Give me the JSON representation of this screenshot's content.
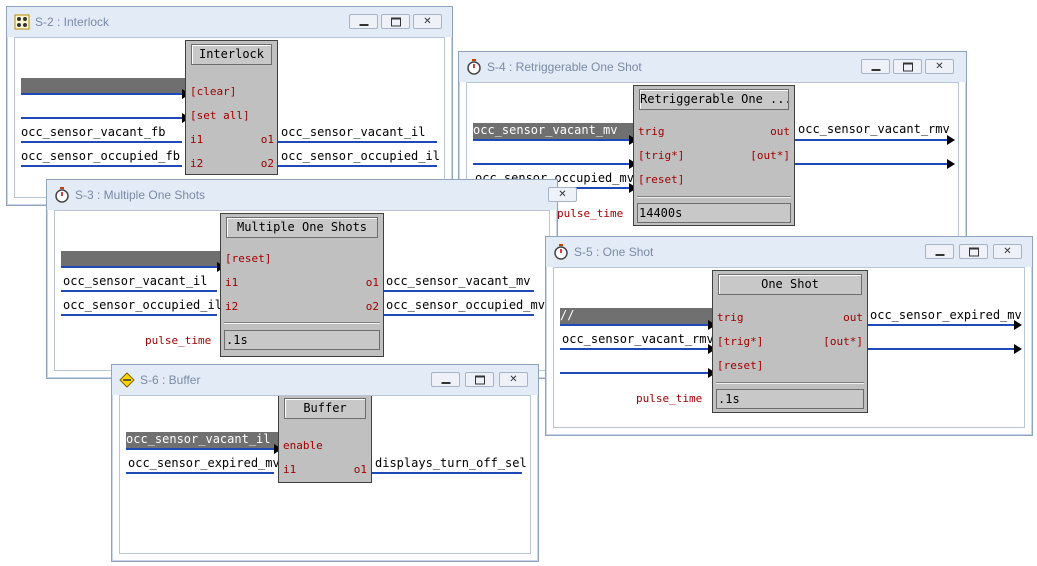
{
  "windows": {
    "s2": {
      "title": "S-2 : Interlock",
      "block_title": "Interlock",
      "pins_in": [
        "[clear]",
        "[set all]",
        "i1",
        "i2"
      ],
      "pins_out": [
        "o1",
        "o2"
      ],
      "inputs": [
        "occ_sensor_vacant_fb",
        "occ_sensor_occupied_fb"
      ],
      "outputs": [
        "occ_sensor_vacant_il",
        "occ_sensor_occupied_il"
      ]
    },
    "s4": {
      "title": "S-4 : Retriggerable One Shot",
      "block_title": "Retriggerable One ...",
      "pins_in": [
        "trig",
        "[trig*]",
        "[reset]"
      ],
      "pins_out": [
        "out",
        "[out*]"
      ],
      "inputs": [
        "occ_sensor_vacant_mv",
        "occ_sensor_occupied_mv"
      ],
      "outputs": [
        "occ_sensor_vacant_rmv"
      ],
      "param_label": "pulse_time",
      "param_value": "14400s"
    },
    "s3": {
      "title": "S-3 : Multiple One Shots",
      "block_title": "Multiple One Shots",
      "pins_in": [
        "[reset]",
        "i1",
        "i2"
      ],
      "pins_out": [
        "o1",
        "o2"
      ],
      "inputs": [
        "occ_sensor_vacant_il",
        "occ_sensor_occupied_il"
      ],
      "outputs": [
        "occ_sensor_vacant_mv",
        "occ_sensor_occupied_mv"
      ],
      "param_label": "pulse_time",
      "param_value": ".1s"
    },
    "s5": {
      "title": "S-5 : One Shot",
      "block_title": "One Shot",
      "pins_in": [
        "trig",
        "[trig*]",
        "[reset]"
      ],
      "pins_out": [
        "out",
        "[out*]"
      ],
      "inputs": [
        "//",
        "occ_sensor_vacant_rmv"
      ],
      "outputs": [
        "occ_sensor_expired_mv"
      ],
      "param_label": "pulse_time",
      "param_value": ".1s"
    },
    "s6": {
      "title": "S-6 : Buffer",
      "block_title": "Buffer",
      "pins_in": [
        "enable",
        "i1"
      ],
      "pins_out": [
        "o1"
      ],
      "inputs": [
        "occ_sensor_vacant_il",
        "occ_sensor_expired_mv"
      ],
      "outputs": [
        "displays_turn_off_sel"
      ]
    }
  },
  "window_buttons": {
    "minimize": "minimize",
    "maximize": "maximize",
    "close": "✕"
  },
  "icons": {
    "s2": "interlock-icon",
    "s3": "stopwatch-icon",
    "s4": "stopwatch-icon",
    "s5": "stopwatch-icon",
    "s6": "buffer-icon"
  },
  "colors": {
    "wire": "#1f49b6",
    "pin_label": "#a00000",
    "block_bg": "#c0c0c0",
    "highlight": "#707070",
    "titlebar": "#e3ebf6"
  }
}
